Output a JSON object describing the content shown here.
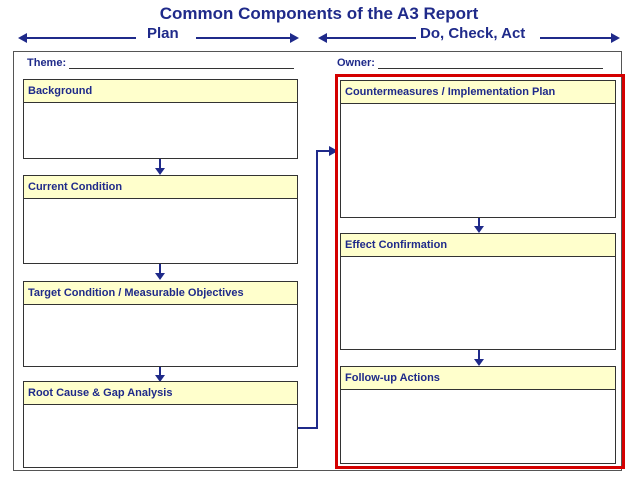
{
  "title": "Common Components of the A3 Report",
  "phases": {
    "plan": "Plan",
    "do_check_act": "Do, Check, Act"
  },
  "meta": {
    "theme_label": "Theme:",
    "owner_label": "Owner:"
  },
  "left_sections": [
    "Background",
    "Current Condition",
    "Target Condition / Measurable Objectives",
    "Root Cause & Gap Analysis"
  ],
  "right_sections": [
    "Countermeasures / Implementation Plan",
    "Effect Confirmation",
    "Follow-up Actions"
  ],
  "colors": {
    "text": "#1f2a8a",
    "header_fill": "#ffffcc",
    "highlight": "#d40000"
  }
}
